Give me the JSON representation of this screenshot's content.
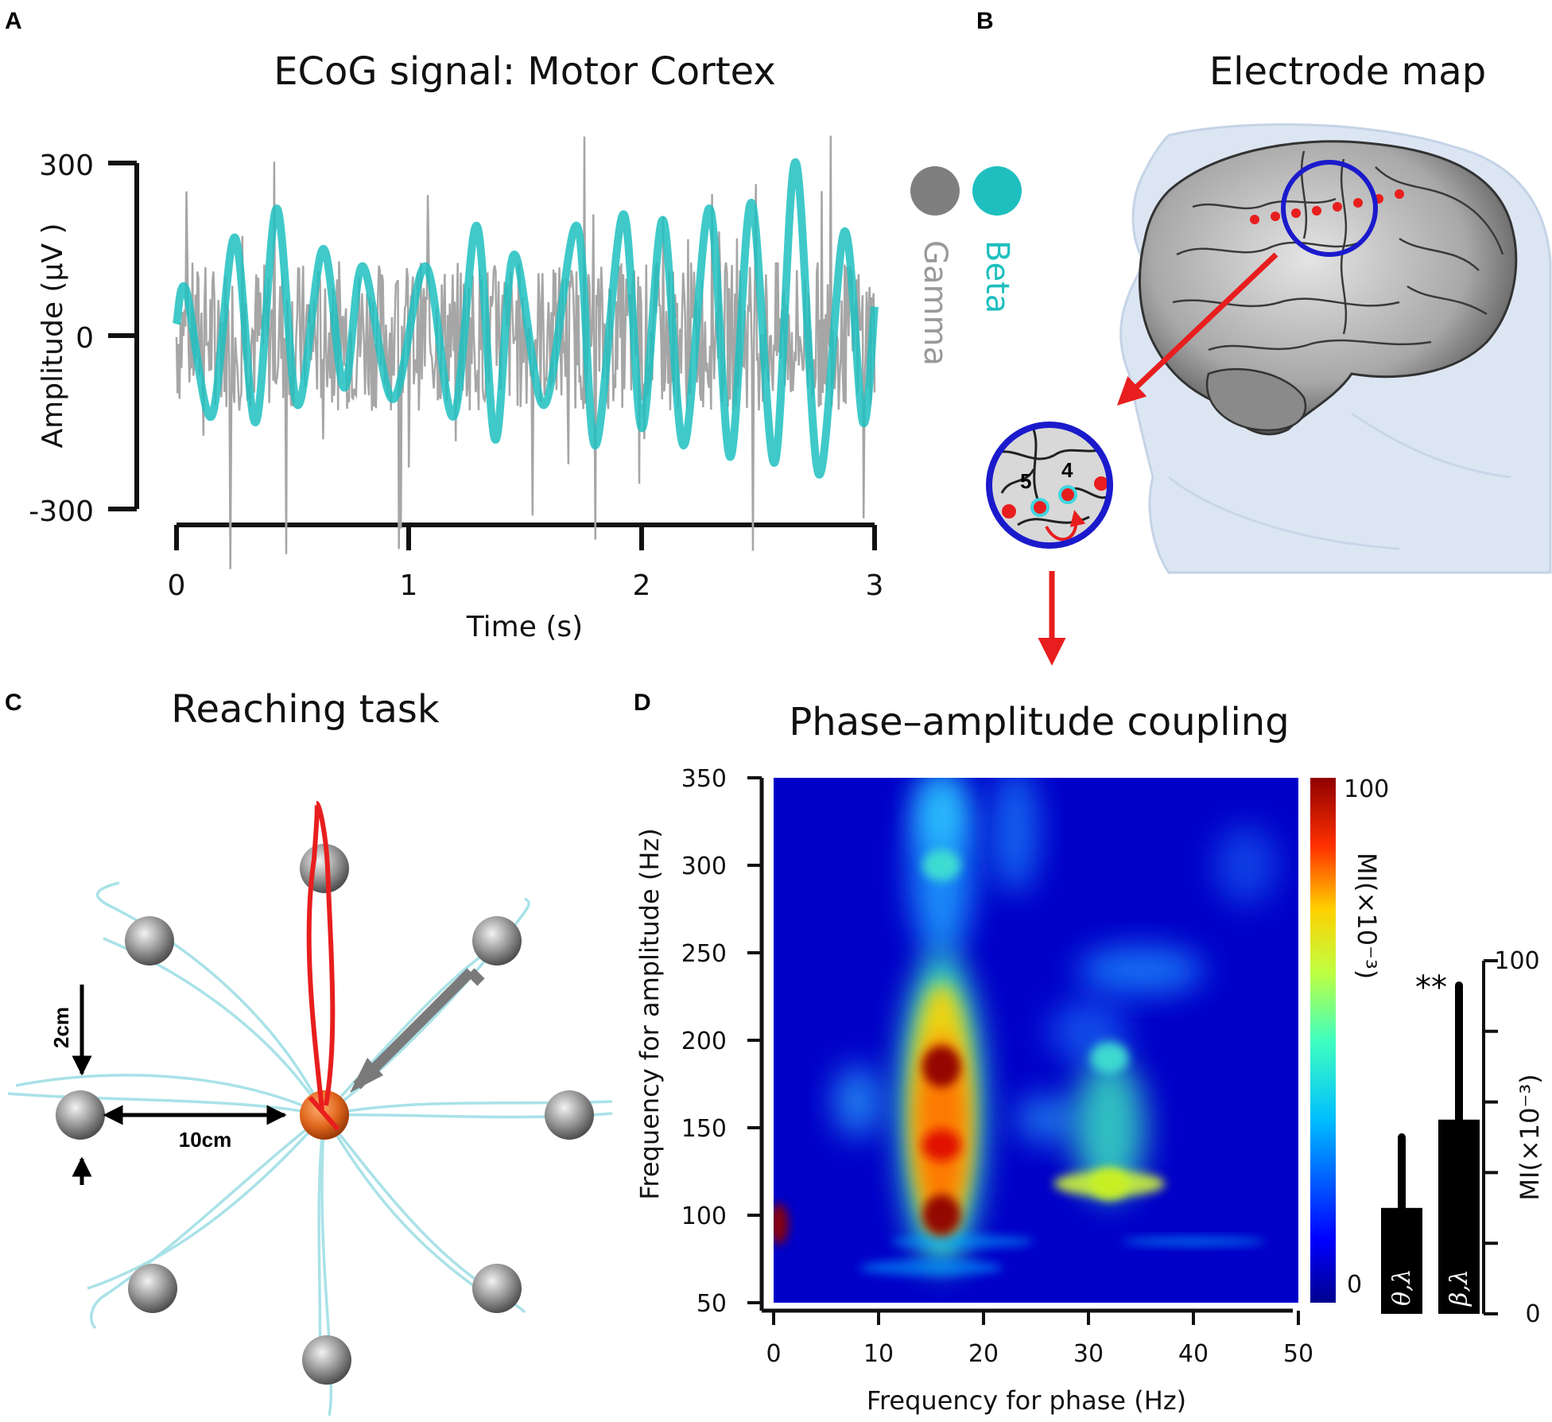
{
  "panels": {
    "a": {
      "letter": "A",
      "title": "ECoG signal: Motor Cortex"
    },
    "b": {
      "letter": "B",
      "title": "Electrode map",
      "electrode_labels": [
        "5",
        "4"
      ]
    },
    "c": {
      "letter": "C",
      "title": "Reaching task",
      "scale_vertical": "2cm",
      "scale_horizontal": "10cm"
    },
    "d": {
      "letter": "D",
      "title": "Phase–amplitude coupling"
    }
  },
  "colors": {
    "gamma": "#a6a6a6",
    "gamma_marker": "#7f7f7f",
    "beta": "#1fbfbf",
    "trajectory": "#a9e2e8",
    "red": "#e81e1e",
    "electrode_ring": "#1a1acc"
  },
  "chart_data": [
    {
      "id": "ecog",
      "type": "line",
      "title": "ECoG signal: Motor Cortex",
      "xlabel": "Time (s)",
      "ylabel": "Amplitude (µV )",
      "xlim": [
        0,
        3
      ],
      "ylim": [
        -300,
        300
      ],
      "xticks": [
        "0",
        "1",
        "2",
        "3"
      ],
      "yticks": [
        "300",
        "0",
        "-300"
      ],
      "legend": [
        "Gamma",
        "Beta"
      ],
      "series": [
        {
          "name": "Gamma",
          "description_values": "broadband high-frequency signal, amplitude roughly within ±300 µV with spikes up to ~±450 µV"
        },
        {
          "name": "Beta",
          "x": [
            0.0,
            0.04,
            0.15,
            0.25,
            0.34,
            0.43,
            0.52,
            0.63,
            0.72,
            0.8,
            0.93,
            1.07,
            1.19,
            1.29,
            1.37,
            1.45,
            1.58,
            1.72,
            1.8,
            1.92,
            2.0,
            2.09,
            2.18,
            2.29,
            2.38,
            2.47,
            2.57,
            2.66,
            2.76,
            2.87,
            2.95,
            3.0
          ],
          "values": [
            20,
            80,
            -140,
            170,
            -150,
            220,
            -120,
            150,
            -90,
            120,
            -110,
            120,
            -140,
            190,
            -180,
            140,
            -120,
            190,
            -190,
            210,
            -160,
            200,
            -190,
            220,
            -210,
            230,
            -220,
            300,
            -240,
            180,
            -150,
            50
          ]
        }
      ]
    },
    {
      "id": "pac",
      "type": "heatmap",
      "title": "Phase–amplitude coupling",
      "xlabel": "Frequency for phase (Hz)",
      "ylabel": "Frequency for amplitude (Hz)",
      "xlim": [
        0,
        50
      ],
      "ylim": [
        50,
        350
      ],
      "xticks": [
        "0",
        "10",
        "20",
        "30",
        "40",
        "50"
      ],
      "yticks": [
        "350",
        "300",
        "250",
        "200",
        "150",
        "100",
        "50"
      ],
      "colorbar": {
        "label": "MI(×10⁻³)",
        "min": 0,
        "max": 100,
        "min_label": "0",
        "max_label": "100"
      },
      "hotspots": [
        {
          "phase_hz": 16,
          "amp_hz": 185,
          "mi": 95
        },
        {
          "phase_hz": 16,
          "amp_hz": 100,
          "mi": 100
        },
        {
          "phase_hz": 16,
          "amp_hz": 140,
          "mi": 80
        },
        {
          "phase_hz": 0.5,
          "amp_hz": 95,
          "mi": 90
        },
        {
          "phase_hz": 32,
          "amp_hz": 118,
          "mi": 55
        },
        {
          "phase_hz": 32,
          "amp_hz": 190,
          "mi": 40
        },
        {
          "phase_hz": 16,
          "amp_hz": 300,
          "mi": 35
        }
      ]
    },
    {
      "id": "mi_bars",
      "type": "bar",
      "categories": [
        "θ,λ",
        "β,λ"
      ],
      "values": [
        30,
        55
      ],
      "error_top": [
        50,
        93
      ],
      "ylabel": "MI(×10⁻³)",
      "ylim": [
        0,
        100
      ],
      "yticks": [
        "100",
        "0"
      ],
      "annotation": "**"
    }
  ]
}
